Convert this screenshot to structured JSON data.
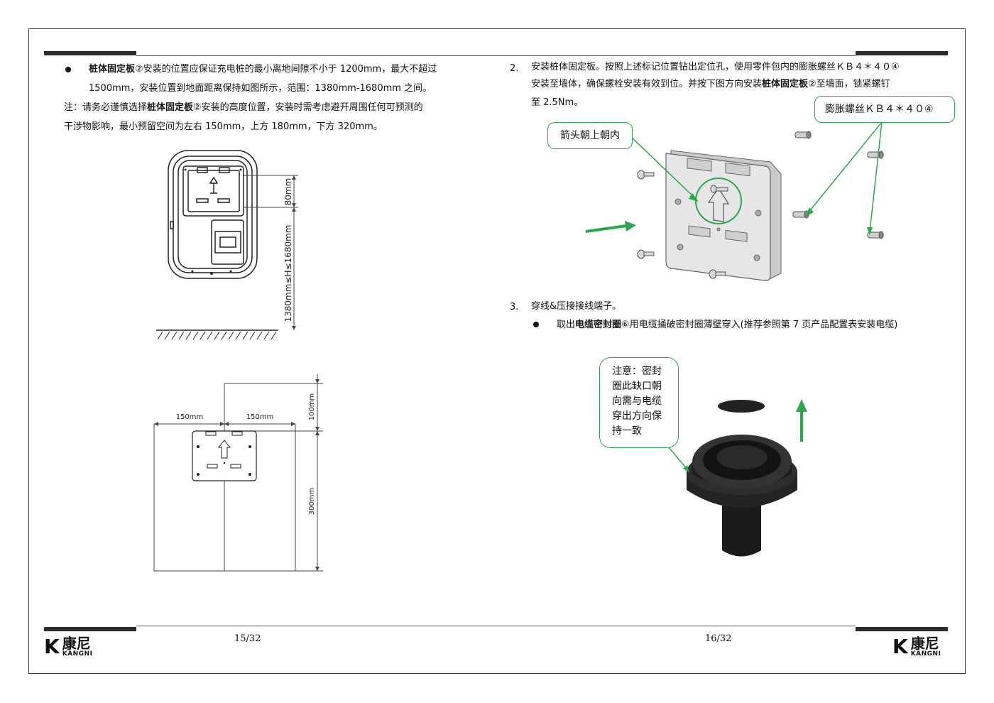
{
  "left": {
    "bullet1": {
      "bold": "桩体固定板",
      "line1_rest": "②安装的位置应保证充电桩的最小离地间隙不小于 1200mm，最大不超过",
      "line2": "1500mm，安装位置到地面距离保持如图所示，范围：1380mm-1680mm 之间。"
    },
    "note": {
      "prefix": "注：请务必谨慎选择",
      "bold": "桩体固定板",
      "rest": "②安装的高度位置，安装时需考虑避开周围任何可预测的",
      "line2": "干涉物影响，最小预留空间为左右 150mm，上方 180mm，下方 320mm。"
    },
    "diagram1": {
      "dim_top": "80mm",
      "dim_main": "1380mm≤H≤1680mm"
    },
    "diagram2": {
      "dim_left": "150mm",
      "dim_right": "150mm",
      "dim_top": "100mm",
      "dim_bottom": "300mm"
    },
    "page_number": "15/32"
  },
  "right": {
    "step2": {
      "number": "2.",
      "line1": "安装桩体固定板。按照上述标记位置钻出定位孔，使用零件包内的膨胀螺丝ＫＢ４＊４０④",
      "line2_prefix": "安装至墙体，确保螺栓安装有效到位。并按下图方向安装",
      "line2_bold": "桩体固定板",
      "line2_rest": "②至墙面，锁紧螺钉",
      "line3": "至 2.5Nm。"
    },
    "callout_arrow": "箭头朝上朝内",
    "callout_bolt": "膨胀螺丝ＫＢ４＊４０④",
    "step3": {
      "number": "3.",
      "text": "穿线&压接接线端子。",
      "bullet_prefix": "取出",
      "bullet_bold": "电缆密封圈",
      "bullet_rest": "⑥用电缆捅破密封圈薄壁穿入(推荐参照第 7 页产品配置表安装电缆)"
    },
    "callout_seal": [
      "注意：密封",
      "圈此缺口朝",
      "向需与电缆",
      "穿出方向保",
      "持一致"
    ],
    "page_number": "16/32"
  },
  "logo": {
    "mark": "K",
    "cn": "康尼",
    "en": "KANGNI"
  },
  "colors": {
    "accent_green": "#2aa84a",
    "header_bar": "#2b2b2b"
  }
}
